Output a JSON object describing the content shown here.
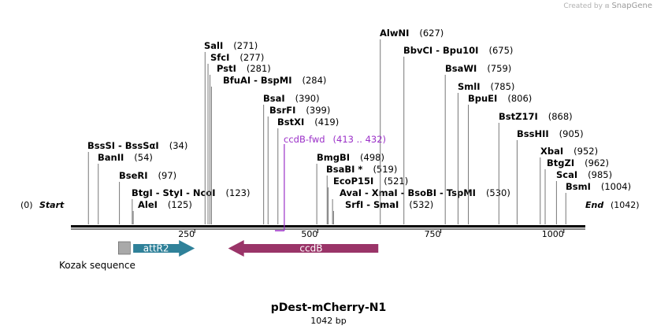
{
  "credit": {
    "prefix": "Created by",
    "brand": "SnapGene"
  },
  "plasmid": {
    "name": "pDest-mCherry-N1",
    "length_label": "1042 bp",
    "length": 1042
  },
  "ends": {
    "start_num": "(0)",
    "start_label": "Start",
    "end_label": "End",
    "end_num": "(1042)"
  },
  "ruler": {
    "ticks": [
      {
        "pos": 250,
        "label": "250"
      },
      {
        "pos": 500,
        "label": "500"
      },
      {
        "pos": 750,
        "label": "750"
      },
      {
        "pos": 1000,
        "label": "1000"
      }
    ]
  },
  "sites": [
    {
      "text": "BssSI  -  BssSαI",
      "num": "(34)",
      "pos": 34
    },
    {
      "text": "BanII",
      "num": "(54)",
      "pos": 54
    },
    {
      "text": "BseRI",
      "num": "(97)",
      "pos": 97
    },
    {
      "text": "BtgI  -  StyI  -  NcoI",
      "num": "(123)",
      "pos": 123
    },
    {
      "text": "AleI",
      "num": "(125)",
      "pos": 125
    },
    {
      "text": "SalI",
      "num": "(271)",
      "pos": 271
    },
    {
      "text": "SfcI",
      "num": "(277)",
      "pos": 277
    },
    {
      "text": "PstI",
      "num": "(281)",
      "pos": 281
    },
    {
      "text": "BfuAI  -  BspMI",
      "num": "(284)",
      "pos": 284
    },
    {
      "text": "BsaI",
      "num": "(390)",
      "pos": 390
    },
    {
      "text": "BsrFI",
      "num": "(399)",
      "pos": 399
    },
    {
      "text": "BstXI",
      "num": "(419)",
      "pos": 419
    },
    {
      "text": "BmgBI",
      "num": "(498)",
      "pos": 498
    },
    {
      "text": "BsaBI *",
      "num": "(519)",
      "pos": 519
    },
    {
      "text": "EcoP15I",
      "num": "(521)",
      "pos": 521
    },
    {
      "text": "AvaI  -  XmaI  -  BsoBI  -  TspMI",
      "num": "(530)",
      "pos": 530
    },
    {
      "text": "SrfI  -  SmaI",
      "num": "(532)",
      "pos": 532
    },
    {
      "text": "AlwNI",
      "num": "(627)",
      "pos": 627
    },
    {
      "text": "BbvCI  -  Bpu10I",
      "num": "(675)",
      "pos": 675
    },
    {
      "text": "BsaWI",
      "num": "(759)",
      "pos": 759
    },
    {
      "text": "SmlI",
      "num": "(785)",
      "pos": 785
    },
    {
      "text": "BpuEI",
      "num": "(806)",
      "pos": 806
    },
    {
      "text": "BstZ17I",
      "num": "(868)",
      "pos": 868
    },
    {
      "text": "BssHII",
      "num": "(905)",
      "pos": 905
    },
    {
      "text": "XbaI",
      "num": "(952)",
      "pos": 952
    },
    {
      "text": "BtgZI",
      "num": "(962)",
      "pos": 962
    },
    {
      "text": "ScaI",
      "num": "(985)",
      "pos": 985
    },
    {
      "text": "BsmI",
      "num": "(1004)",
      "pos": 1004
    }
  ],
  "primer": {
    "name": "ccdB-fwd",
    "range_label": "(413 .. 432)",
    "start": 413,
    "end": 432,
    "color": "#9b30c8"
  },
  "features": [
    {
      "name": "Kozak sequence",
      "start": 95,
      "end": 119,
      "direction": "none",
      "color": "#a9a9a9"
    },
    {
      "name": "attR2",
      "start": 125,
      "end": 250,
      "direction": "right",
      "color": "#2f8199"
    },
    {
      "name": "ccdB",
      "start": 318,
      "end": 623,
      "direction": "left",
      "color": "#9a3468"
    }
  ]
}
